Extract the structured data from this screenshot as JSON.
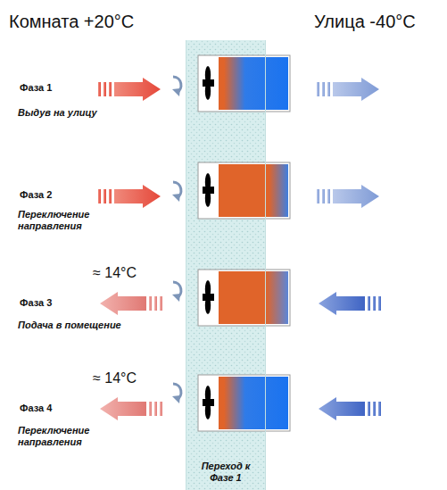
{
  "diagram": {
    "nodes": [
      {
        "text": [
          "Переход к Фазе 1"
        ]
      }
    ],
    "labels": [
      "Комната +20°C",
      "Улица -40°C",
      "Фаза 1",
      "Выдув на улицу",
      "Фаза 2",
      "Переключение направления",
      "≈ 14°C",
      "Фаза 3",
      "Подача в помещение",
      "≈ 14°C",
      "Фаза 4",
      "Переключение направления"
    ]
  }
}
